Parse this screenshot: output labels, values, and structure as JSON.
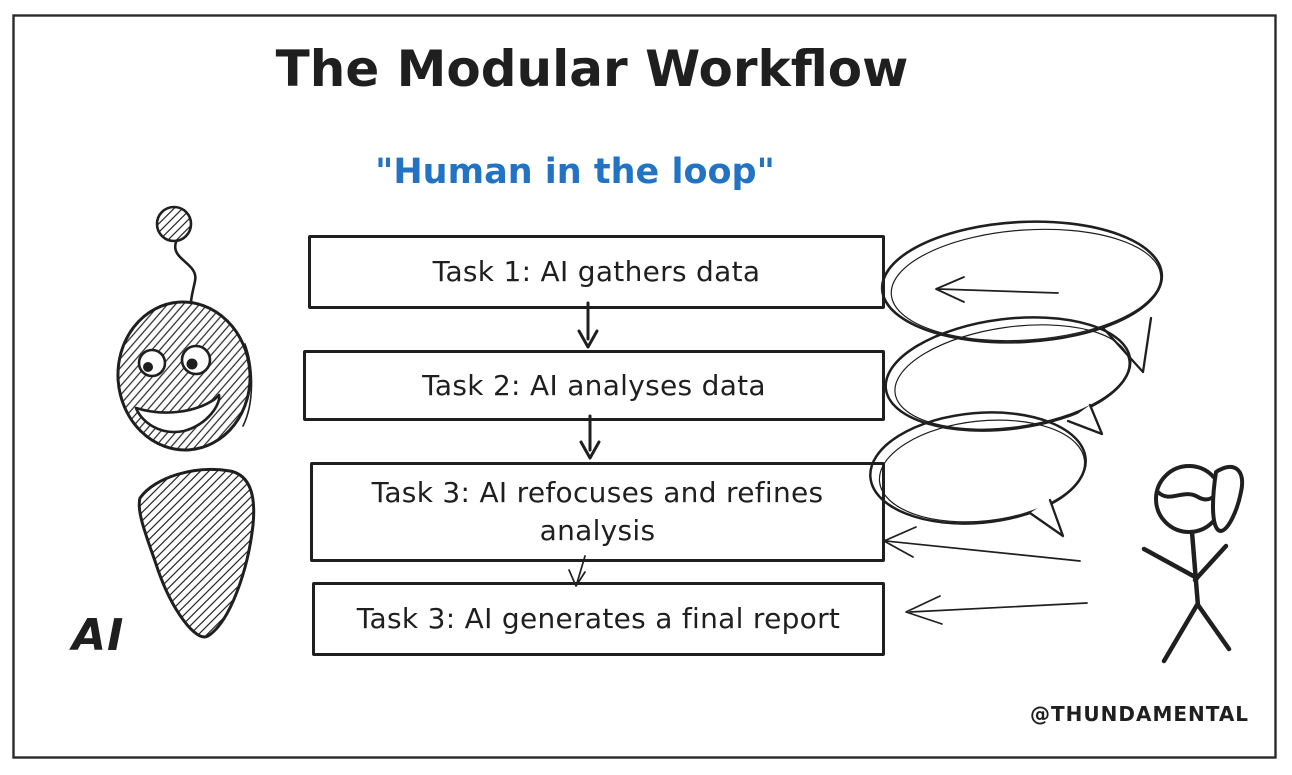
{
  "title": "The Modular Workflow",
  "subtitle": "\"Human in the loop\"",
  "colors": {
    "ink": "#1f1f1f",
    "accent_blue": "#2273c4",
    "background": "#ffffff"
  },
  "flow": {
    "boxes": [
      "Task 1: AI gathers data",
      "Task 2: AI analyses data",
      "Task 3: AI refocuses and refines analysis",
      "Task 3: AI generates a final report"
    ]
  },
  "ai_character": {
    "label": "AI"
  },
  "human_character": {
    "bubble_count": 3
  },
  "signature": "@THUNDAMENTAL"
}
